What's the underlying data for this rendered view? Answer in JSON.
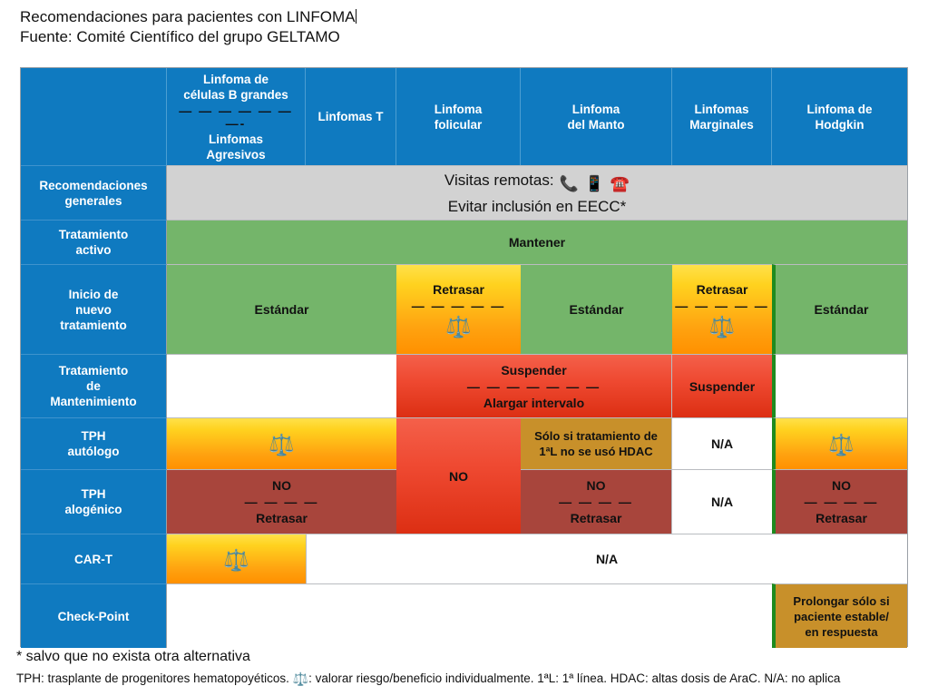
{
  "title": {
    "line1": "Recomendaciones para pacientes con LINFOMA",
    "line2": "Fuente: Comité Científico del grupo GELTAMO"
  },
  "table": {
    "corner_label": "",
    "columns": [
      {
        "id": "dlbcl",
        "label_top": "Linfoma de\ncélulas B grandes",
        "divider": "— — — — — — —-",
        "label_bottom": "Linfomas\nAgresivos"
      },
      {
        "id": "t",
        "label_top": "Linfomas T",
        "divider": "",
        "label_bottom": ""
      },
      {
        "id": "folicular",
        "label_top": "Linfoma\nfolicular",
        "divider": "",
        "label_bottom": ""
      },
      {
        "id": "manto",
        "label_top": "Linfoma\ndel Manto",
        "divider": "",
        "label_bottom": ""
      },
      {
        "id": "marginales",
        "label_top": "Linfomas\nMarginales",
        "divider": "",
        "label_bottom": ""
      },
      {
        "id": "hodgkin",
        "label_top": "Linfoma de\nHodgkin",
        "divider": "",
        "label_bottom": ""
      }
    ],
    "rows": [
      {
        "id": "generales",
        "label": "Recomendaciones\ngenerales"
      },
      {
        "id": "activo",
        "label": "Tratamiento\nactivo"
      },
      {
        "id": "inicio",
        "label": "Inicio de\nnuevo\ntratamiento"
      },
      {
        "id": "mantenimiento",
        "label": "Tratamiento\nde\nMantenimiento"
      },
      {
        "id": "tph-auto",
        "label": "TPH\nautólogo"
      },
      {
        "id": "tph-alo",
        "label": "TPH\nalogénico"
      },
      {
        "id": "car-t",
        "label": "CAR-T"
      },
      {
        "id": "check-point",
        "label": "Check-Point"
      }
    ],
    "cells": {
      "generales_all": {
        "line1": "Visitas remotas:",
        "line2": "Evitar inclusión en EECC*",
        "icons": [
          "telephone-receiver-icon",
          "mobile-phone-icon",
          "red-telephone-icon"
        ]
      },
      "activo_all": "Mantener",
      "inicio_dlbcl_t": "Estándar",
      "inicio_folicular": {
        "text": "Retrasar",
        "divider": "— — — — —",
        "icon": "balance-scale-icon"
      },
      "inicio_manto": "Estándar",
      "inicio_marginales": {
        "text": "Retrasar",
        "divider": "— — — — —",
        "icon": "balance-scale-icon"
      },
      "inicio_hodgkin": "Estándar",
      "mant_folicular_manto": {
        "line1": "Suspender",
        "divider": "— — — — — — —",
        "line2": "Alargar intervalo"
      },
      "mant_marginales": "Suspender",
      "tph_auto_dlbcl_t": {
        "icon": "balance-scale-icon"
      },
      "tph_folicular_span": "NO",
      "tph_auto_manto": "Sólo si tratamiento de\n1ªL no se usó HDAC",
      "tph_auto_marginales": "N/A",
      "tph_auto_hodgkin": {
        "icon": "balance-scale-icon"
      },
      "tph_alo_dlbcl_t": {
        "line1": "NO",
        "divider": "— — — —",
        "line2": "Retrasar"
      },
      "tph_alo_manto": {
        "line1": "NO",
        "divider": "— — — —",
        "line2": "Retrasar"
      },
      "tph_alo_marginales": "N/A",
      "tph_alo_hodgkin": {
        "line1": "NO",
        "divider": "— — — —",
        "line2": "Retrasar"
      },
      "cart_dlbcl": {
        "icon": "balance-scale-icon"
      },
      "cart_rest": "N/A",
      "checkpoint_hodgkin": "Prolongar sólo si\npaciente estable/\nen respuesta"
    }
  },
  "footnotes": {
    "asterisk": "* salvo que no exista otra alternativa",
    "legend_before": "TPH: trasplante de progenitores hematopoyéticos. ",
    "legend_icon": "balance-scale-icon",
    "legend_after": ": valorar riesgo/beneficio individualmente. 1ªL: 1ª línea. HDAC: altas dosis de AraC. N/A: no aplica"
  },
  "colors": {
    "header_blue": "#0f7ac0",
    "gray": "#d2d2d2",
    "green": "#74b56a",
    "orange": "#ffa310",
    "red": "#ef4a32",
    "brick": "#a8453c",
    "gold": "#c8902a",
    "green_divider": "#1f8b1f"
  }
}
